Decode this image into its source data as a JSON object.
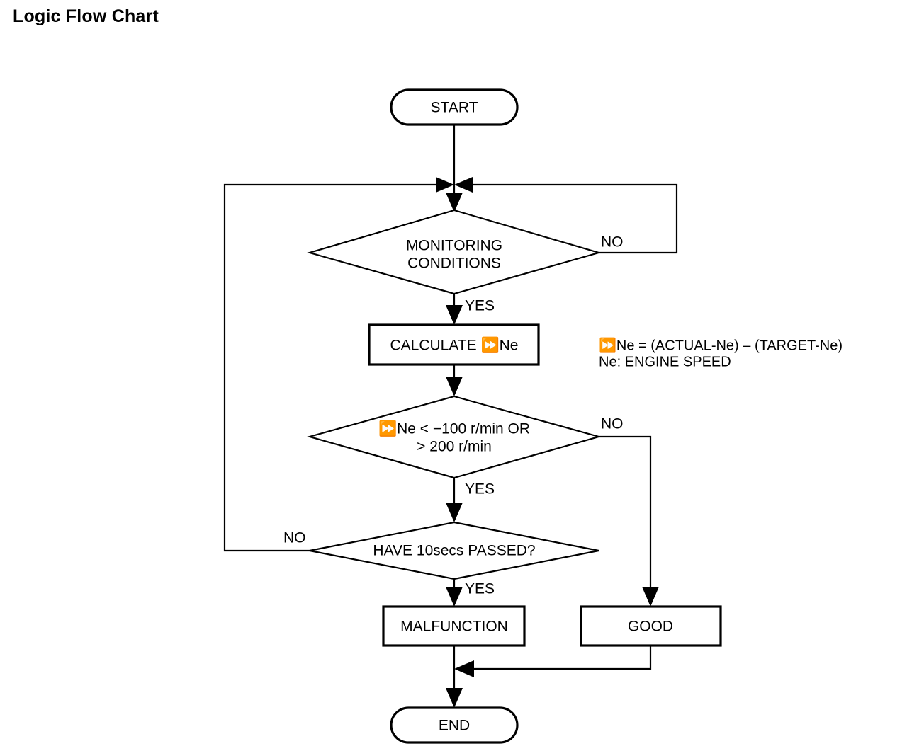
{
  "page": {
    "title": "Logic Flow Chart"
  },
  "chart_data": {
    "type": "diagram",
    "title": "Logic Flow Chart",
    "nodes": [
      {
        "id": "start",
        "shape": "terminator",
        "label": "START"
      },
      {
        "id": "monitoring",
        "shape": "decision",
        "label_line1": "MONITORING",
        "label_line2": "CONDITIONS"
      },
      {
        "id": "calculate",
        "shape": "process",
        "label": "CALCULATE   ⏩Ne"
      },
      {
        "id": "threshold",
        "shape": "decision",
        "label_line1": "⏩Ne < −100 r/min OR",
        "label_line2": "> 200 r/min"
      },
      {
        "id": "timer",
        "shape": "decision",
        "label": "HAVE 10secs PASSED?"
      },
      {
        "id": "malfunction",
        "shape": "process",
        "label": "MALFUNCTION"
      },
      {
        "id": "good",
        "shape": "process",
        "label": "GOOD"
      },
      {
        "id": "end",
        "shape": "terminator",
        "label": "END"
      }
    ],
    "edges": [
      {
        "from": "start",
        "to": "monitoring",
        "label": ""
      },
      {
        "from": "monitoring",
        "to": "monitoring",
        "label": "NO"
      },
      {
        "from": "monitoring",
        "to": "calculate",
        "label": "YES"
      },
      {
        "from": "calculate",
        "to": "threshold",
        "label": ""
      },
      {
        "from": "threshold",
        "to": "good",
        "label": "NO"
      },
      {
        "from": "threshold",
        "to": "timer",
        "label": "YES"
      },
      {
        "from": "timer",
        "to": "monitoring",
        "label": "NO"
      },
      {
        "from": "timer",
        "to": "malfunction",
        "label": "YES"
      },
      {
        "from": "malfunction",
        "to": "end",
        "label": ""
      },
      {
        "from": "good",
        "to": "end",
        "label": ""
      }
    ],
    "annotations": [
      "⏩Ne = (ACTUAL-Ne) – (TARGET-Ne)",
      "Ne: ENGINE SPEED"
    ]
  },
  "nodes": {
    "start_label": "START",
    "monitoring_line1": "MONITORING",
    "monitoring_line2": "CONDITIONS",
    "calculate_label": "CALCULATE   ⏩Ne",
    "threshold_line1": "⏩Ne < −100 r/min OR",
    "threshold_line2": "> 200 r/min",
    "timer_label": "HAVE 10secs PASSED?",
    "malfunction_label": "MALFUNCTION",
    "good_label": "GOOD",
    "end_label": "END"
  },
  "branch_labels": {
    "monitoring_no": "NO",
    "monitoring_yes": "YES",
    "threshold_no": "NO",
    "threshold_yes": "YES",
    "timer_no": "NO",
    "timer_yes": "YES"
  },
  "annotation": {
    "line1": "⏩Ne = (ACTUAL-Ne) – (TARGET-Ne)",
    "line2": "Ne: ENGINE SPEED"
  },
  "colors": {
    "stroke": "#000000",
    "fill": "#ffffff",
    "text": "#000000"
  }
}
